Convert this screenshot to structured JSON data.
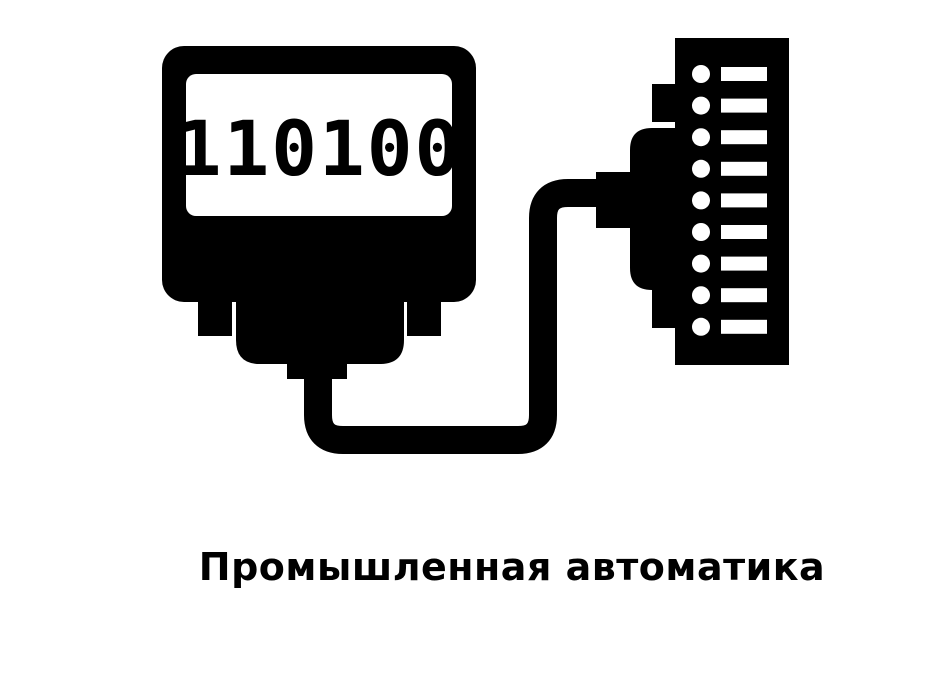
{
  "illustration": {
    "meter_display": "110100",
    "icons": [
      "electric-meter-icon",
      "cable-icon",
      "terminal-block-icon"
    ],
    "terminal_count": 9
  },
  "caption": "Промышленная автоматика",
  "colors": {
    "foreground": "#000000",
    "background": "#ffffff"
  }
}
